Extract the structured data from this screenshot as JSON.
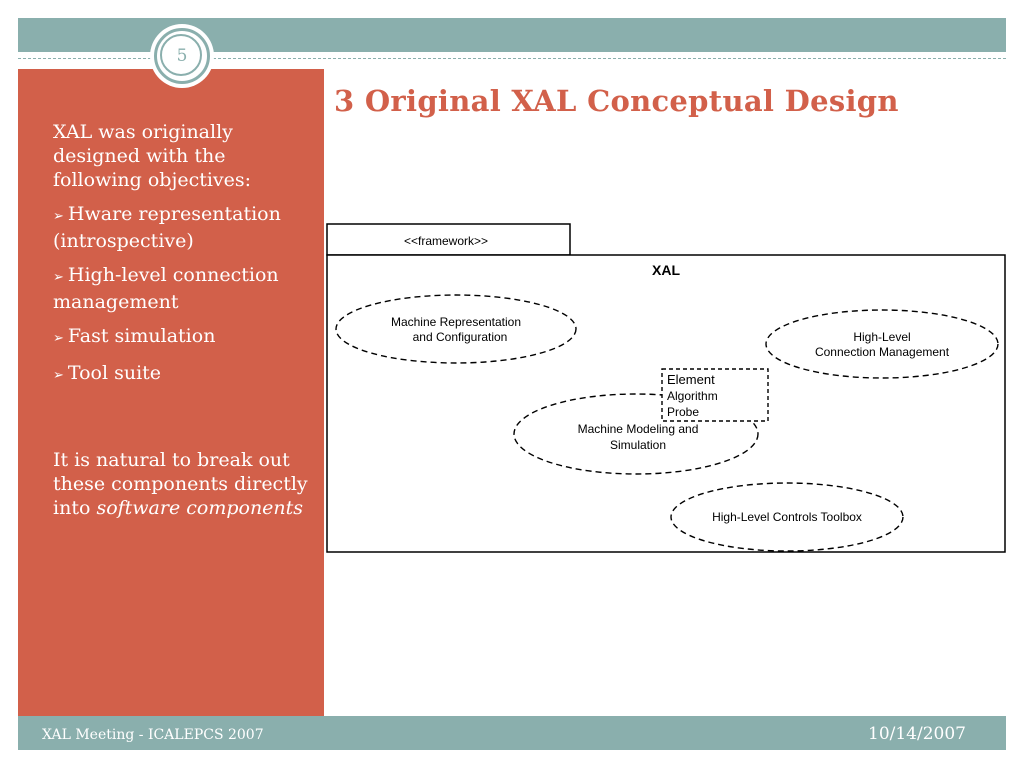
{
  "slide": {
    "number": "5",
    "title": "3 Original XAL Conceptual Design"
  },
  "sidebar": {
    "intro": "XAL was originally designed with the following objectives:",
    "objectives": [
      "Hware representation (introspective)",
      "High-level connection management",
      "Fast simulation",
      "Tool suite"
    ],
    "closing_plain": "It is natural to break out these components directly into ",
    "closing_emphasis": "software components"
  },
  "diagram": {
    "stereotype": "<<framework>>",
    "package_name": "XAL",
    "components": {
      "machine_representation": [
        "Machine Representation",
        "and Configuration"
      ],
      "connection_management": [
        "High-Level",
        "Connection Management"
      ],
      "modeling_simulation": [
        "Machine Modeling and",
        "Simulation"
      ],
      "controls_toolbox": [
        "High-Level Controls Toolbox"
      ]
    },
    "element_box": {
      "title": "Element",
      "items": [
        "Algorithm",
        "Probe"
      ]
    }
  },
  "footer": {
    "left": "XAL Meeting - ICALEPCS 2007",
    "right": "10/14/2007"
  },
  "colors": {
    "accent_teal": "#8aafad",
    "sidebar_red": "#d2604a",
    "title_color": "#d2604a"
  }
}
